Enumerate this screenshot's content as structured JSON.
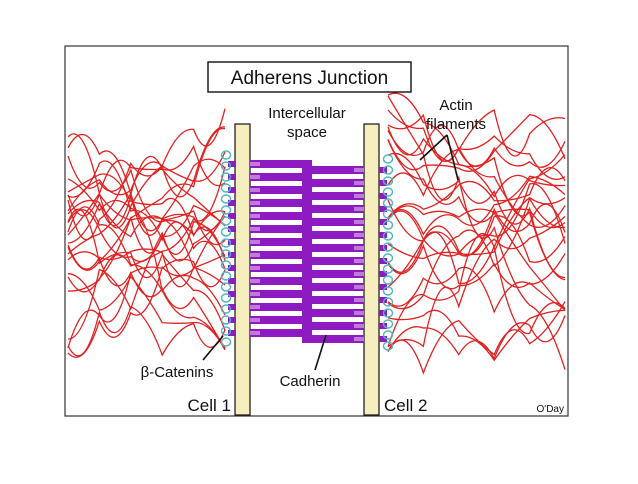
{
  "title": "Adherens Junction",
  "labels": {
    "intercellular_line1": "Intercellular",
    "intercellular_line2": "space",
    "actin_line1": "Actin",
    "actin_line2": "filaments",
    "catenins": "β-Catenins",
    "cadherin": "Cadherin",
    "cell1": "Cell 1",
    "cell2": "Cell 2",
    "credit": "O'Day"
  },
  "colors": {
    "actin": "#e02222",
    "cadherin": "#8e1bc2",
    "catenin": "#4fb5c4",
    "membrane_fill": "#f7eec0",
    "membrane_stroke": "#111111",
    "frame": "#333333"
  }
}
